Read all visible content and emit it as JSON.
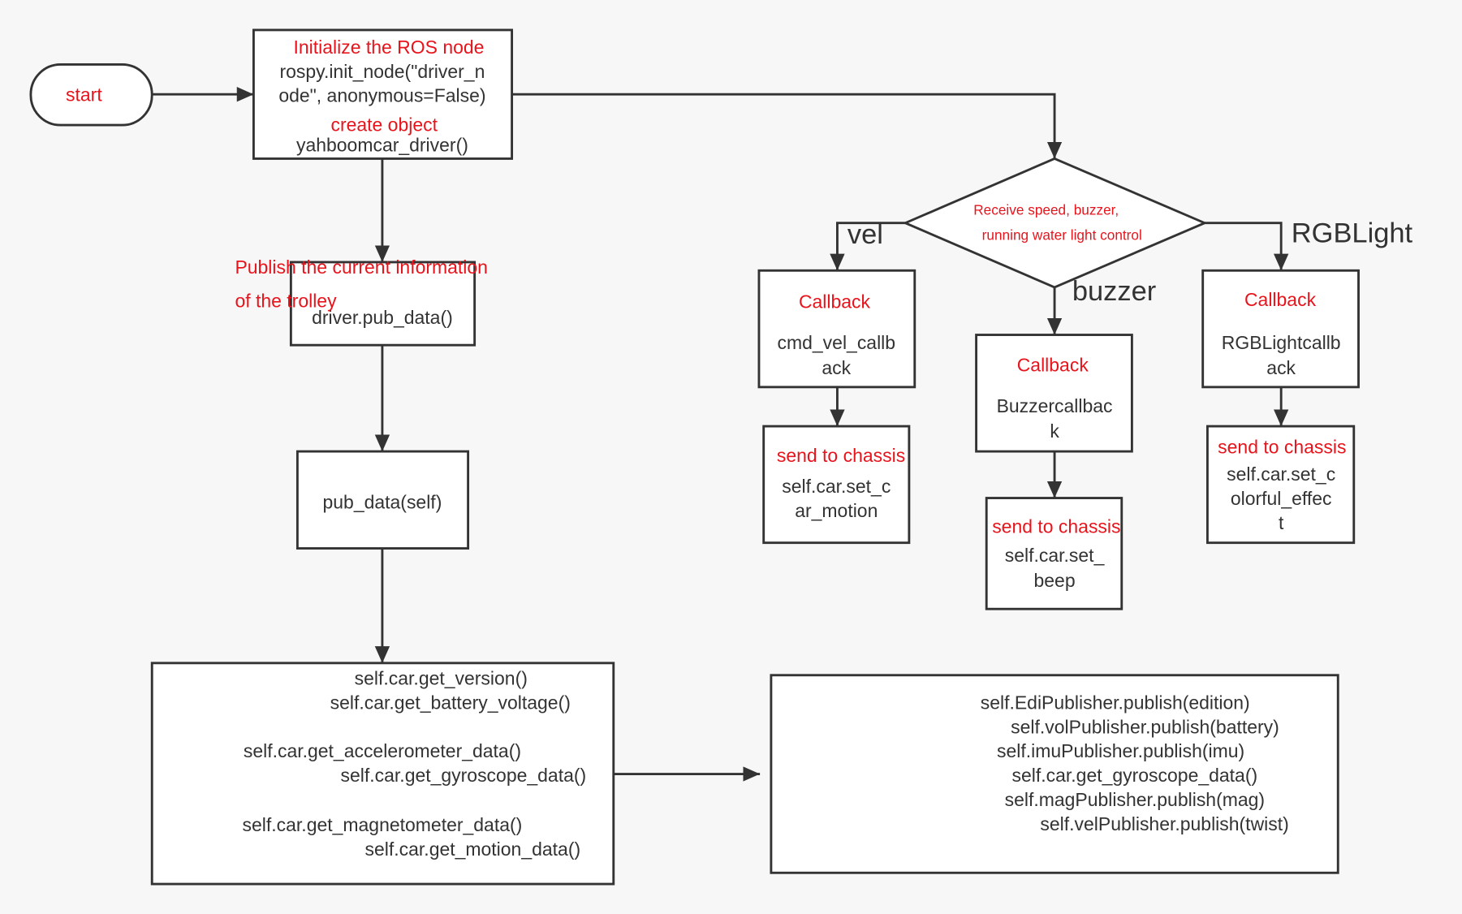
{
  "start": {
    "label": "start"
  },
  "init": {
    "title": "Initialize the ROS node",
    "code_line1": "rospy.init_node(\"driver_n",
    "code_line2": "ode\", anonymous=False)",
    "subtitle": "create object",
    "code_line3": "yahboomcar_driver()"
  },
  "publish": {
    "note_line1": "Publish the current information",
    "note_line2": "of the trolley",
    "code": "driver.pub_data()"
  },
  "pub_data": {
    "code": "pub_data(self)"
  },
  "getters": [
    "self.car.get_version()",
    "self.car.get_battery_voltage()",
    "self.car.get_accelerometer_data()",
    "self.car.get_gyroscope_data()",
    "self.car.get_magnetometer_data()",
    "self.car.get_motion_data()"
  ],
  "publishers": [
    "self.EdiPublisher.publish(edition)",
    "self.volPublisher.publish(battery)",
    "self.imuPublisher.publish(imu)",
    "self.car.get_gyroscope_data()",
    "self.magPublisher.publish(mag)",
    "self.velPublisher.publish(twist)"
  ],
  "decision": {
    "line1": "Receive speed, buzzer,",
    "line2": "running water light control",
    "branch_vel": "vel",
    "branch_buzzer": "buzzer",
    "branch_rgb": "RGBLight"
  },
  "vel": {
    "callback_title": "Callback",
    "callback_line1": "cmd_vel_callb",
    "callback_line2": "ack",
    "send_title": "send to chassis",
    "send_line1": "self.car.set_c",
    "send_line2": "ar_motion"
  },
  "buzzer": {
    "callback_title": "Callback",
    "callback_line1": "Buzzercallbac",
    "callback_line2": "k",
    "send_title": "send to chassis",
    "send_line1": "self.car.set_",
    "send_line2": "beep"
  },
  "rgb": {
    "callback_title": "Callback",
    "callback_line1": "RGBLightcallb",
    "callback_line2": "ack",
    "send_title": "send to chassis",
    "send_line1": "self.car.set_c",
    "send_line2": "olorful_effec",
    "send_line3": "t"
  }
}
